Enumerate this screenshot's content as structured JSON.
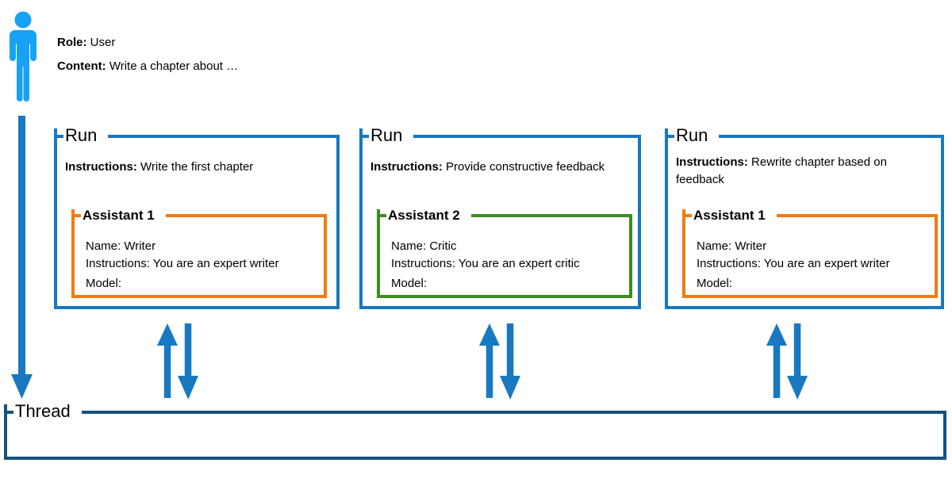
{
  "colors": {
    "flow_blue": "#1878c2",
    "thread_blue": "#15517e",
    "user_blue": "#18a2f4",
    "orange": "#f07c11",
    "green": "#3f8c21"
  },
  "user_message": {
    "role_label": "Role:",
    "role_value": "User",
    "content_label": "Content:",
    "content_value": "Write a chapter about …"
  },
  "runs": [
    {
      "label": "Run",
      "instructions_label": "Instructions:",
      "instructions_value": "Write the first chapter",
      "assistant": {
        "label": "Assistant 1",
        "name_line": "Name: Writer",
        "instructions_line": "Instructions: You are an expert writer",
        "model_line": "Model:"
      }
    },
    {
      "label": "Run",
      "instructions_label": "Instructions:",
      "instructions_value": "Provide constructive feedback",
      "assistant": {
        "label": "Assistant 2",
        "name_line": "Name: Critic",
        "instructions_line": "Instructions: You are an expert critic",
        "model_line": "Model:"
      }
    },
    {
      "label": "Run",
      "instructions_label": "Instructions:",
      "instructions_value": "Rewrite chapter based on feedback",
      "assistant": {
        "label": "Assistant 1",
        "name_line": "Name: Writer",
        "instructions_line": "Instructions: You are an expert writer",
        "model_line": "Model:"
      }
    }
  ],
  "thread": {
    "label": "Thread"
  },
  "icons": {
    "user": "person-icon",
    "user_to_thread": "arrow-down-icon",
    "run_thread_exchange": "arrows-up-down-icon"
  }
}
